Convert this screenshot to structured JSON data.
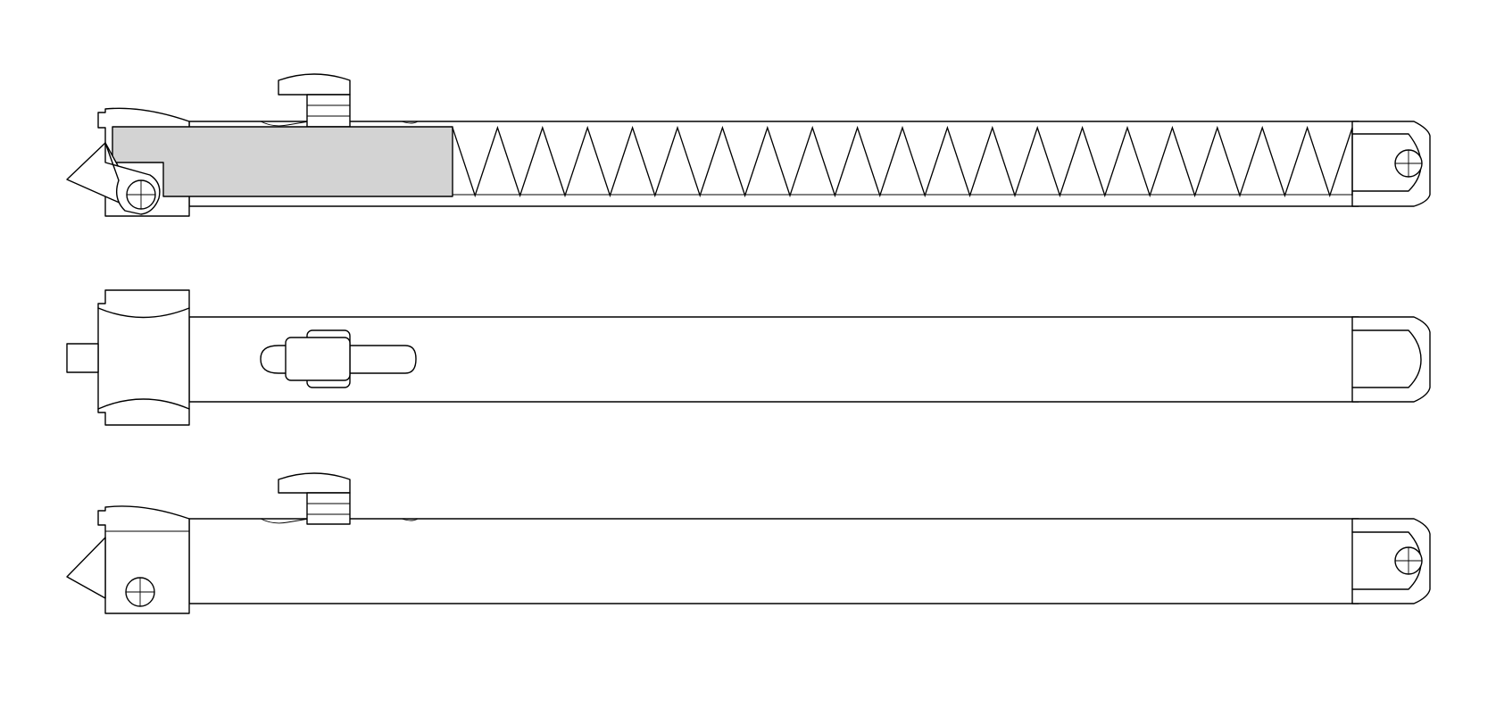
{
  "colors": {
    "stroke": "#000000",
    "paper": "#ffffff",
    "section_fill": "#d3d3d3"
  },
  "views": [
    {
      "id": "section-side",
      "kind": "side view, cut-away",
      "spring": {
        "zigzag_peaks": 20
      }
    },
    {
      "id": "top",
      "kind": "top view"
    },
    {
      "id": "side",
      "kind": "side view, exterior"
    }
  ]
}
